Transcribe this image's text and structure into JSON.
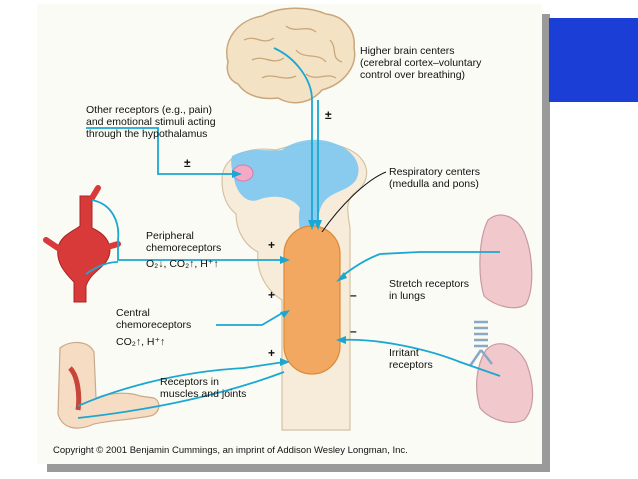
{
  "labels": {
    "higher_brain": [
      "Higher brain centers",
      "(cerebral cortex–voluntary",
      "control over breathing)"
    ],
    "other_receptors": [
      "Other receptors (e.g., pain)",
      "and emotional stimuli acting",
      "through the hypothalamus"
    ],
    "respiratory_centers": [
      "Respiratory centers",
      "(medulla and pons)"
    ],
    "peripheral": [
      "Peripheral",
      "chemoreceptors"
    ],
    "peripheral_stimuli": "O₂↓, CO₂↑, H⁺↑",
    "stretch": [
      "Stretch receptors",
      "in lungs"
    ],
    "central": [
      "Central",
      "chemoreceptors"
    ],
    "central_stimuli": "CO₂↑, H⁺↑",
    "irritant": [
      "Irritant",
      "receptors"
    ],
    "muscles": [
      "Receptors in",
      "muscles and joints"
    ]
  },
  "signs": {
    "brain": "±",
    "hypothalamus": "±",
    "peripheral": "+",
    "central": "+",
    "muscles": "+",
    "stretch": "–",
    "irritant": "–"
  },
  "copyright": "Copyright © 2001 Benjamin Cummings, an imprint of Addison Wesley Longman, Inc.",
  "colors": {
    "accent_block": "#1b3fd6",
    "pathway": "#1aa8d2",
    "respiratory_center": "#f3a861",
    "brainstem": "#f5e9d6",
    "ventricles": "#6fc3ec",
    "lung": "#f1c9cc",
    "artery": "#d83a3a"
  }
}
